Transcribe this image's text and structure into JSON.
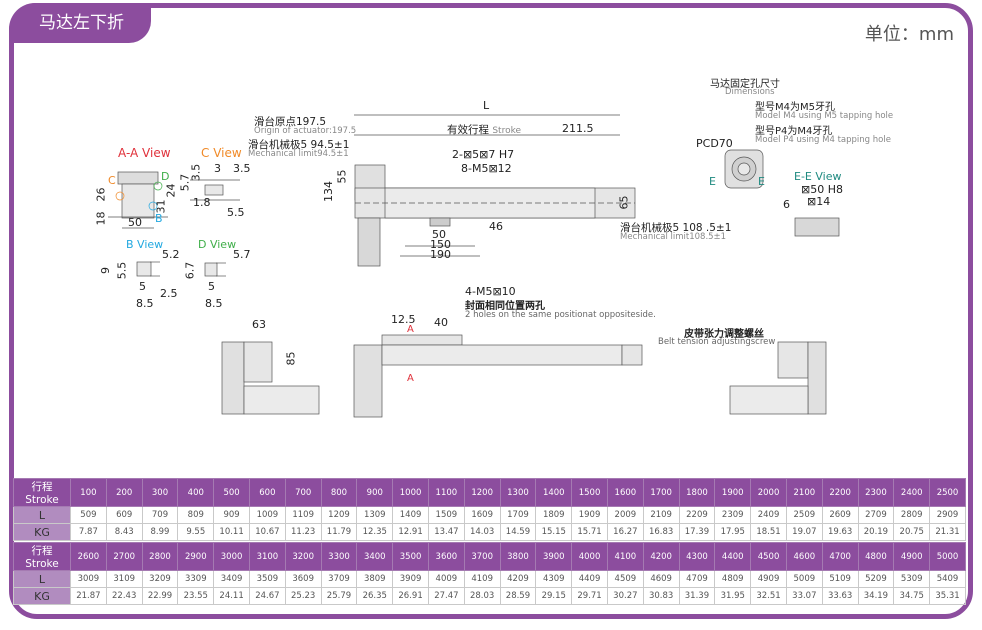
{
  "header": {
    "title": "马达左下折",
    "unit": "单位：mm"
  },
  "colors": {
    "brand_purple": "#8c4d9e",
    "label_red": "#e0303a",
    "label_orange": "#f08a28",
    "label_blue": "#22a8e0",
    "label_green": "#3fae49",
    "label_teal": "#1f8a80"
  },
  "views": {
    "aa": {
      "title": "A-A View",
      "markers": [
        "C",
        "D",
        "B"
      ],
      "dims": [
        "26",
        "18",
        "50",
        "24",
        "31"
      ]
    },
    "c": {
      "title": "C View",
      "dims": [
        "3",
        "3.5",
        "5.7",
        "3.5",
        "1.8",
        "5.5"
      ]
    },
    "b": {
      "title": "B View",
      "dims": [
        "5.2",
        "9",
        "5.5",
        "5",
        "2.5",
        "8.5"
      ]
    },
    "d": {
      "title": "D View",
      "dims": [
        "5.7",
        "6.7",
        "5",
        "8.5"
      ]
    },
    "ee": {
      "title": "E-E View",
      "dims": [
        "⊠50 H8",
        "⊠14",
        "6"
      ]
    }
  },
  "main_drawing": {
    "L": "L",
    "origin_cn": "滑台原点197.5",
    "origin_en": "Origin of actuator:197.5",
    "stroke_label": "有效行程",
    "stroke_en": "Stroke",
    "dim_211": "211.5",
    "mech_left_cn": "滑台机械极5  94.5±1",
    "mech_left_en": "Mechanical limit94.5±1",
    "pin_holes": "2-⊠5⊠7 H7",
    "tapped_holes": "8-M5⊠12",
    "dim_55": "55",
    "dim_134": "134",
    "dim_65": "65",
    "dim_46": "46",
    "dim_50": "50",
    "dim_150": "150",
    "dim_190": "190",
    "mech_right_cn": "滑台机械极5  108 .5±1",
    "mech_right_en": "Mechanical limit108.5±1"
  },
  "motor_mount": {
    "title_cn": "马达固定孔尺寸",
    "title_en": "Dimensions",
    "m4_cn": "型号M4为M5牙孔",
    "m4_en": "Model M4 using M5 tapping hole",
    "p4_cn": "型号P4为M4牙孔",
    "p4_en": "Model P4 using M4 tapping hole",
    "pcd": "PCD70",
    "e_mark": "E"
  },
  "side_view": {
    "dim_63": "63",
    "dim_85": "85"
  },
  "front_view": {
    "holes": "4-M5⊠10",
    "holes_cn": "封面相同位置两孔",
    "holes_en": "2 holes on the same positionat oppositeside.",
    "dim_12_5": "12.5",
    "dim_40": "40",
    "section_mark": "A"
  },
  "end_view": {
    "belt_cn": "皮带张力调整螺丝",
    "belt_en": "Belt tension adjustingscrew"
  },
  "spec_tables": [
    {
      "stroke_label": "行程 Stroke",
      "L_label": "L",
      "KG_label": "KG",
      "stroke": [
        "100",
        "200",
        "300",
        "400",
        "500",
        "600",
        "700",
        "800",
        "900",
        "1000",
        "1100",
        "1200",
        "1300",
        "1400",
        "1500",
        "1600",
        "1700",
        "1800",
        "1900",
        "2000",
        "2100",
        "2200",
        "2300",
        "2400",
        "2500"
      ],
      "L": [
        "509",
        "609",
        "709",
        "809",
        "909",
        "1009",
        "1109",
        "1209",
        "1309",
        "1409",
        "1509",
        "1609",
        "1709",
        "1809",
        "1909",
        "2009",
        "2109",
        "2209",
        "2309",
        "2409",
        "2509",
        "2609",
        "2709",
        "2809",
        "2909"
      ],
      "KG": [
        "7.87",
        "8.43",
        "8.99",
        "9.55",
        "10.11",
        "10.67",
        "11.23",
        "11.79",
        "12.35",
        "12.91",
        "13.47",
        "14.03",
        "14.59",
        "15.15",
        "15.71",
        "16.27",
        "16.83",
        "17.39",
        "17.95",
        "18.51",
        "19.07",
        "19.63",
        "20.19",
        "20.75",
        "21.31"
      ]
    },
    {
      "stroke_label": "行程 Stroke",
      "L_label": "L",
      "KG_label": "KG",
      "stroke": [
        "2600",
        "2700",
        "2800",
        "2900",
        "3000",
        "3100",
        "3200",
        "3300",
        "3400",
        "3500",
        "3600",
        "3700",
        "3800",
        "3900",
        "4000",
        "4100",
        "4200",
        "4300",
        "4400",
        "4500",
        "4600",
        "4700",
        "4800",
        "4900",
        "5000"
      ],
      "L": [
        "3009",
        "3109",
        "3209",
        "3309",
        "3409",
        "3509",
        "3609",
        "3709",
        "3809",
        "3909",
        "4009",
        "4109",
        "4209",
        "4309",
        "4409",
        "4509",
        "4609",
        "4709",
        "4809",
        "4909",
        "5009",
        "5109",
        "5209",
        "5309",
        "5409"
      ],
      "KG": [
        "21.87",
        "22.43",
        "22.99",
        "23.55",
        "24.11",
        "24.67",
        "25.23",
        "25.79",
        "26.35",
        "26.91",
        "27.47",
        "28.03",
        "28.59",
        "29.15",
        "29.71",
        "30.27",
        "30.83",
        "31.39",
        "31.95",
        "32.51",
        "33.07",
        "33.63",
        "34.19",
        "34.75",
        "35.31"
      ]
    }
  ]
}
